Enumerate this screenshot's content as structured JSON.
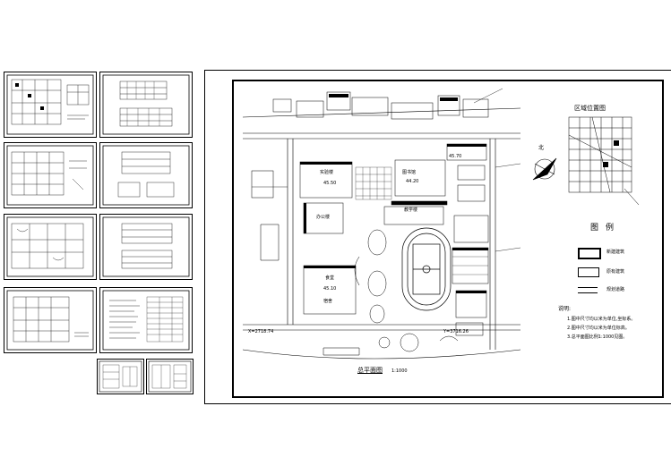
{
  "thumbnails": [
    {
      "id": "sheet-1"
    },
    {
      "id": "sheet-2"
    },
    {
      "id": "sheet-3"
    },
    {
      "id": "sheet-4"
    },
    {
      "id": "sheet-5"
    },
    {
      "id": "sheet-6"
    },
    {
      "id": "sheet-7"
    },
    {
      "id": "sheet-8"
    },
    {
      "id": "sheet-9"
    },
    {
      "id": "sheet-10"
    }
  ],
  "main": {
    "location_title": "区域位置图",
    "north_label": "北",
    "legend_title": "图例",
    "legend_items": [
      {
        "label": "新建建筑"
      },
      {
        "label": "原有建筑"
      },
      {
        "label": "规划道路"
      }
    ],
    "notes_title": "说明:",
    "notes": [
      "1.图中尺寸均以米为单位,坐标系。",
      "2.图中尺寸均以米为单位标高。",
      "3.总平面图比例1:1000见图。"
    ],
    "plan_title": "总平面图",
    "plan_scale": "1:1000",
    "buildings": {
      "teaching": "教学楼",
      "lab": "实验楼",
      "canteen": "食堂",
      "dorm": "宿舍",
      "office": "办公楼",
      "library": "图书馆"
    },
    "elevations": {
      "e1": "45.50",
      "e2": "44.20",
      "e3": "45.10",
      "e4": "45.70"
    },
    "coords": {
      "c1": "X=2718.74",
      "c2": "Y=3716.26"
    }
  }
}
